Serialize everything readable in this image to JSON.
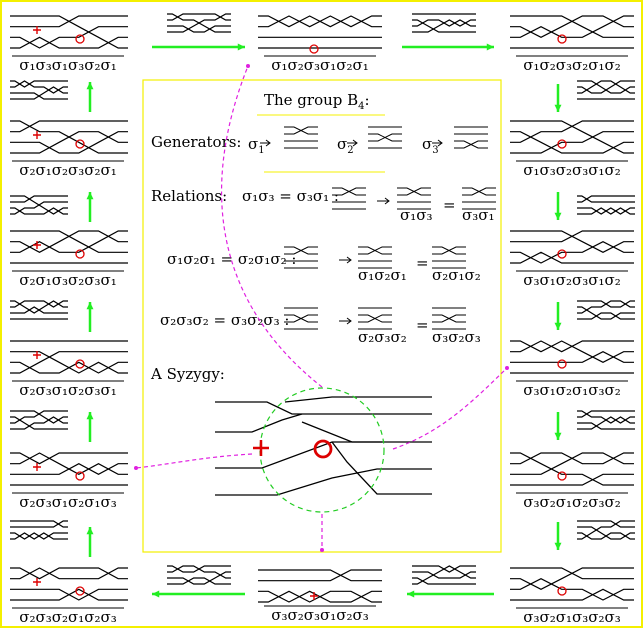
{
  "panel": {
    "title": "The group  B",
    "title_sub": "4",
    "title_end": ":",
    "generators_label": "Generators:",
    "generators": [
      {
        "sym": "σ",
        "sub": "1"
      },
      {
        "sym": "σ",
        "sub": "2"
      },
      {
        "sym": "σ",
        "sub": "3"
      }
    ],
    "relations_label": "Relations:",
    "relations": [
      {
        "lhs": "σ₁σ₃ = σ₃σ₁ :",
        "mid": "σ₁σ₃",
        "rhs": "σ₃σ₁"
      },
      {
        "lhs": "σ₁σ₂σ₁ = σ₂σ₁σ₂ :",
        "mid": "σ₁σ₂σ₁",
        "rhs": "σ₂σ₁σ₂"
      },
      {
        "lhs": "σ₂σ₃σ₂ = σ₃σ₂σ₃ :",
        "mid": "σ₂σ₃σ₂",
        "rhs": "σ₃σ₂σ₃"
      }
    ],
    "syzygy_label": "A Syzygy:"
  },
  "words": {
    "left": [
      "σ₁σ₃σ₁σ₃σ₂σ₁",
      "σ₂σ₁σ₂σ₃σ₂σ₁",
      "σ₂σ₁σ₃σ₂σ₃σ₁",
      "σ₂σ₃σ₁σ₂σ₃σ₁",
      "σ₂σ₃σ₁σ₂σ₁σ₃",
      "σ₂σ₃σ₂σ₁σ₂σ₃"
    ],
    "top": [
      "σ₁σ₂σ₃σ₁σ₂σ₁"
    ],
    "right": [
      "σ₁σ₂σ₃σ₂σ₁σ₂",
      "σ₁σ₃σ₂σ₃σ₁σ₂",
      "σ₃σ₁σ₂σ₃σ₁σ₂",
      "σ₃σ₁σ₂σ₁σ₃σ₂",
      "σ₃σ₂σ₁σ₂σ₃σ₂",
      "σ₃σ₂σ₁σ₃σ₂σ₃"
    ],
    "bottom": [
      "σ₃σ₂σ₃σ₁σ₂σ₃"
    ]
  },
  "colors": {
    "border": "#f4f000",
    "arrow": "#22ee22",
    "dashed": "#e020e0",
    "mark": "#dd0000",
    "circle_dash": "#22cc22",
    "cyan": "#00bbdd"
  }
}
